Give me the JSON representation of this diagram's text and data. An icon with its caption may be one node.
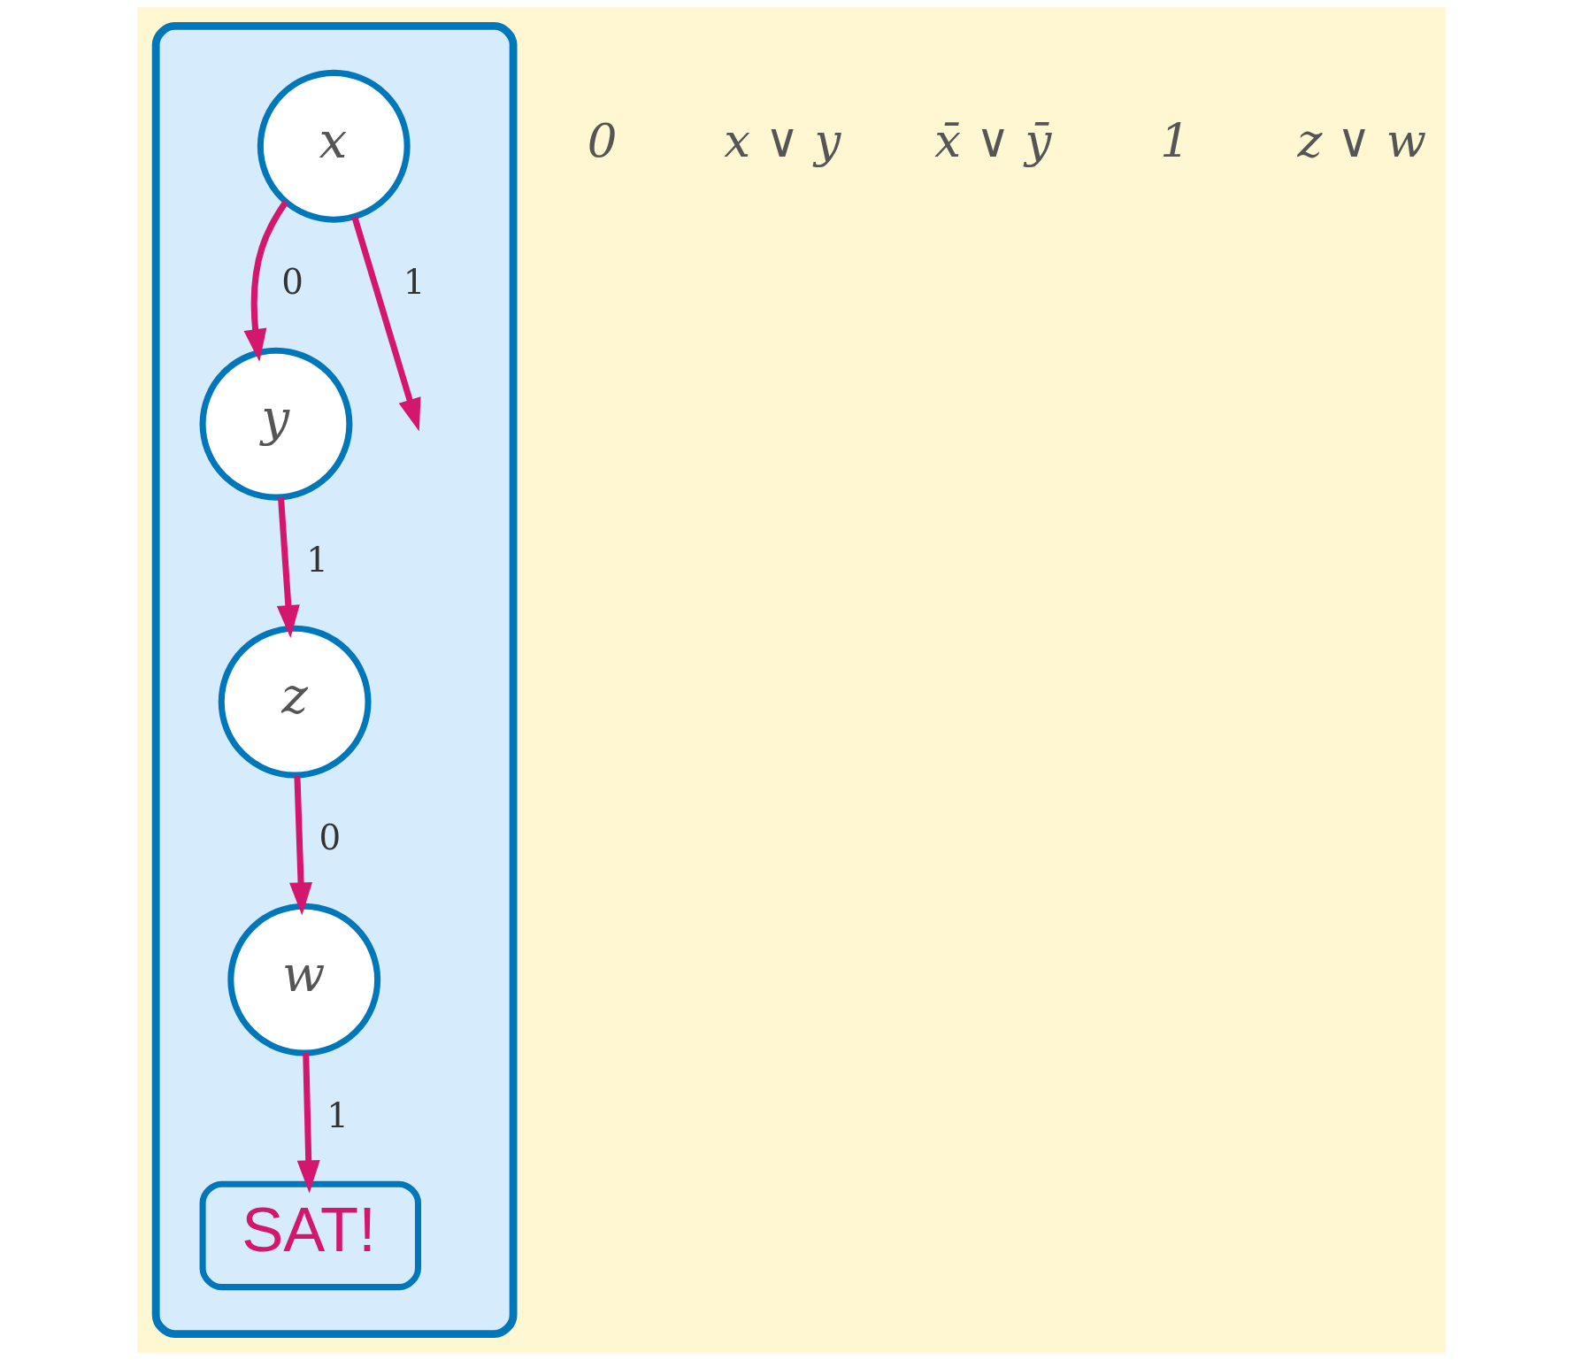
{
  "diagram": {
    "nodes": [
      {
        "text": [],
        "shape": "box"
      },
      {
        "text": [
          "x"
        ],
        "in": 0
      },
      {
        "text": [
          "y"
        ],
        "in": 0
      },
      {
        "text": [
          "z"
        ],
        "in": 0
      },
      {
        "text": [
          "w"
        ],
        "in": 0
      },
      {
        "text": [
          "SAT!"
        ],
        "in": 0
      }
    ],
    "edges": [
      {
        "from": 1,
        "to": 2,
        "arrow": "to",
        "label": "0"
      },
      {
        "from": 1,
        "to": null,
        "arrow": "to",
        "label": "1"
      },
      {
        "from": 2,
        "to": 3,
        "arrow": "to",
        "label": "1"
      },
      {
        "from": 3,
        "to": 4,
        "arrow": "to",
        "label": "0"
      },
      {
        "from": 4,
        "to": 5,
        "arrow": "to",
        "label": "1"
      }
    ],
    "labels": [
      "0",
      "x ∨ y",
      "x̄ ∨ ȳ",
      "1",
      "z ∨ w"
    ]
  }
}
